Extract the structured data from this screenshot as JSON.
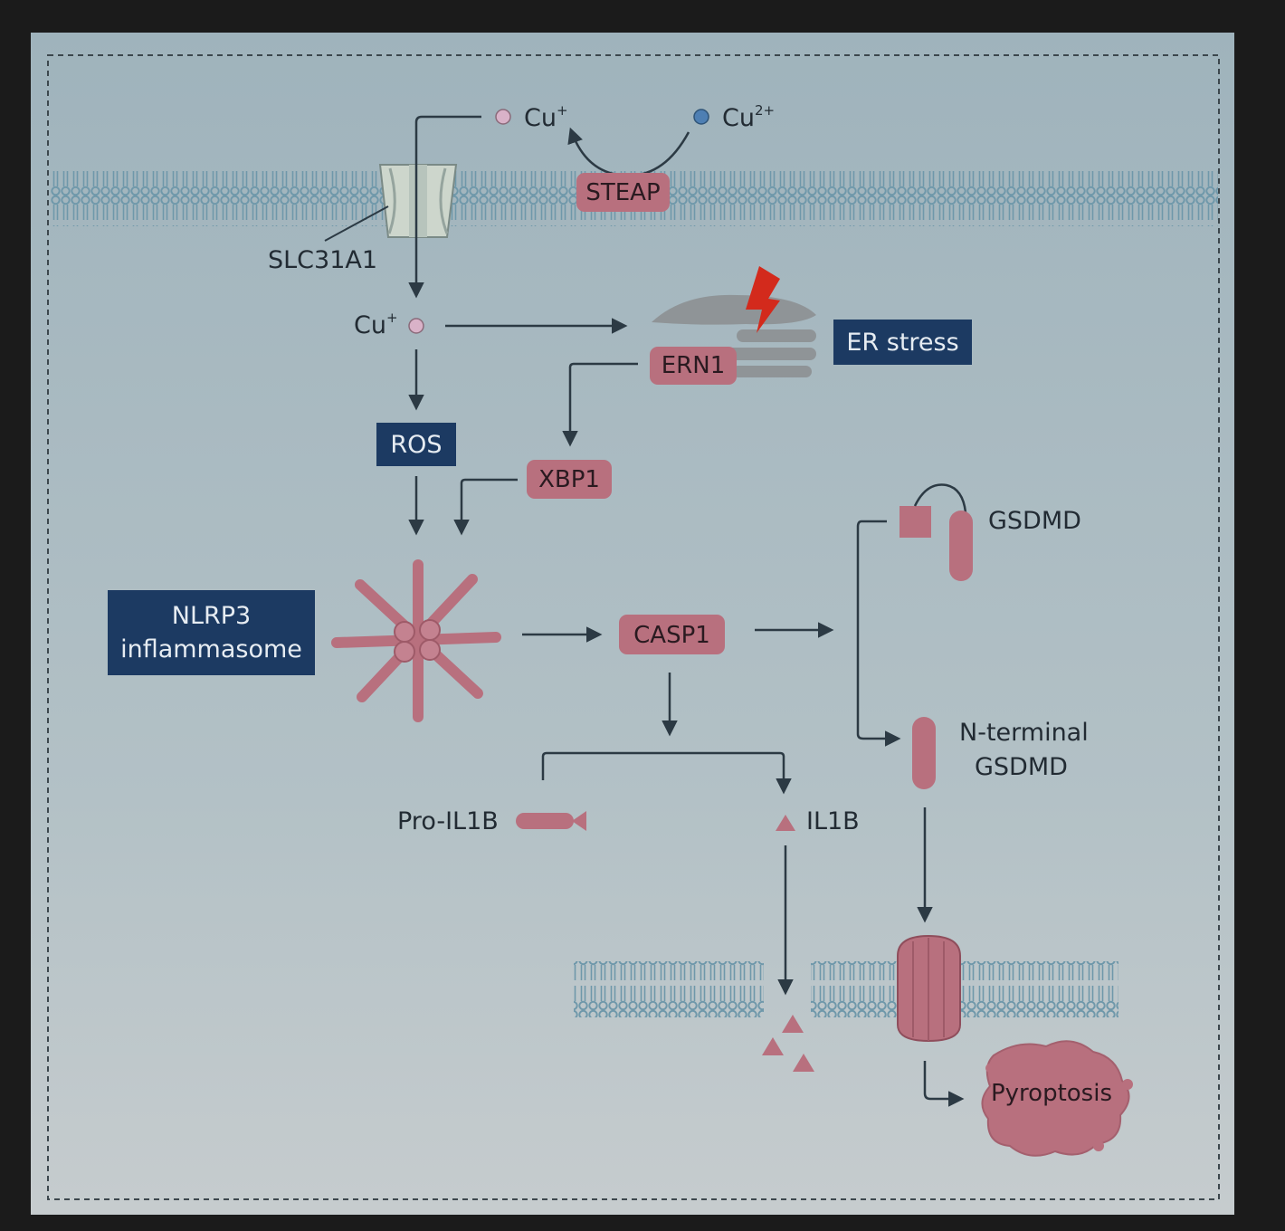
{
  "labels": {
    "cu_plus_top": "Cu",
    "cu_plus_top_sup": "+",
    "cu_2plus": "Cu",
    "cu_2plus_sup": "2+",
    "steap": "STEAP",
    "slc31a1": "SLC31A1",
    "cu_plus_inner": "Cu",
    "cu_plus_inner_sup": "+",
    "ern1": "ERN1",
    "er_stress": "ER stress",
    "ros": "ROS",
    "xbp1": "XBP1",
    "gsdmd": "GSDMD",
    "nlrp3_line1": "NLRP3",
    "nlrp3_line2": "inflammasome",
    "casp1": "CASP1",
    "nterm_line1": "N-terminal",
    "nterm_line2": "GSDMD",
    "pro_il1b": "Pro-IL1B",
    "il1b": "IL1B",
    "pyroptosis": "Pyroptosis"
  },
  "colors": {
    "navy_box": "#1c3a62",
    "pink_protein": "#b8707e",
    "membrane": "#6f98aa",
    "arrow": "#2c3a44",
    "er": "#8f9497",
    "bolt": "#d32a1c"
  }
}
